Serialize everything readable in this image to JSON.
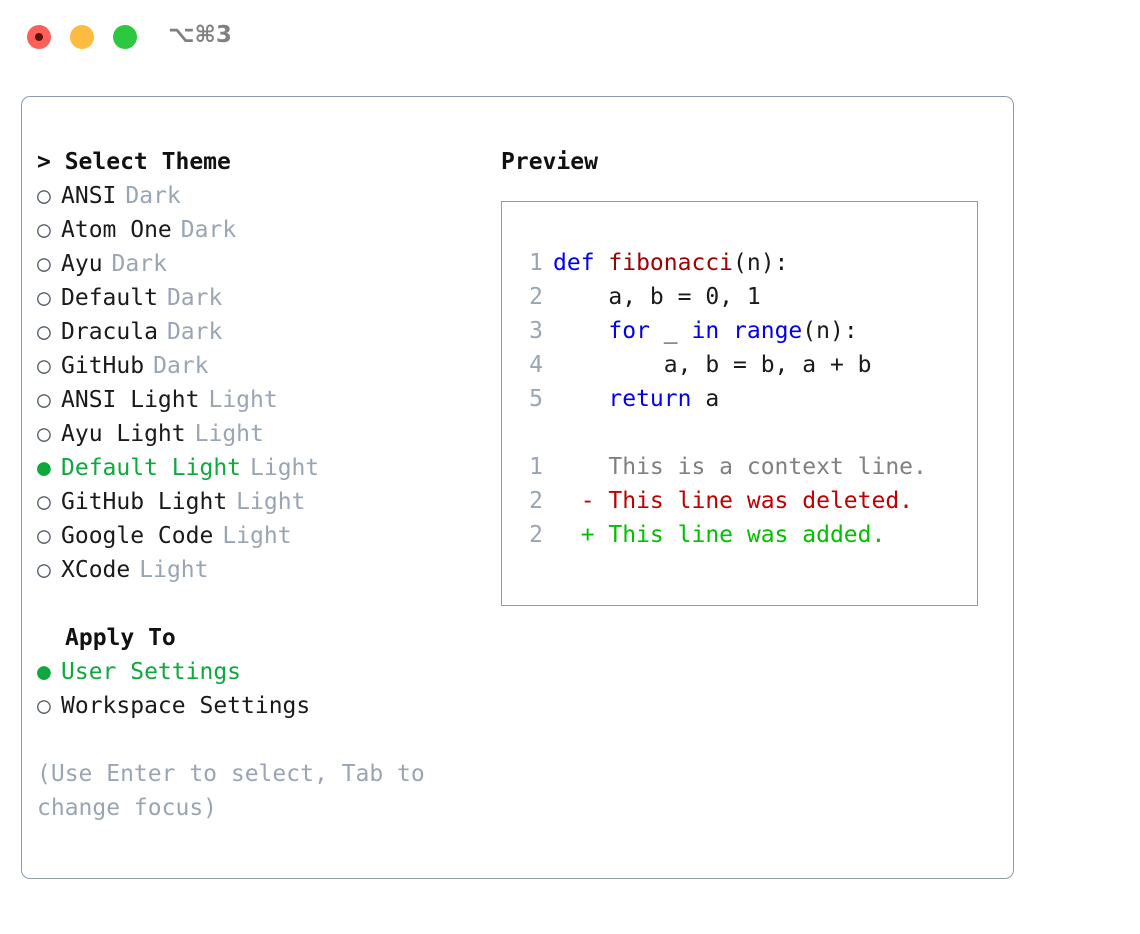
{
  "titlebar": {
    "shortcut": "⌥⌘3",
    "lights": [
      "close-light",
      "minimize-light",
      "maximize-light"
    ]
  },
  "theme_list": {
    "header": "> Select Theme",
    "selected_bullet": "●",
    "unselected_bullet": "○",
    "items": [
      {
        "name": "ANSI",
        "tag": "Dark",
        "selected": false
      },
      {
        "name": "Atom One",
        "tag": "Dark",
        "selected": false
      },
      {
        "name": "Ayu",
        "tag": "Dark",
        "selected": false
      },
      {
        "name": "Default",
        "tag": "Dark",
        "selected": false
      },
      {
        "name": "Dracula",
        "tag": "Dark",
        "selected": false
      },
      {
        "name": "GitHub",
        "tag": "Dark",
        "selected": false
      },
      {
        "name": "ANSI Light",
        "tag": "Light",
        "selected": false
      },
      {
        "name": "Ayu Light",
        "tag": "Light",
        "selected": false
      },
      {
        "name": "Default Light",
        "tag": "Light",
        "selected": true
      },
      {
        "name": "GitHub Light",
        "tag": "Light",
        "selected": false
      },
      {
        "name": "Google Code",
        "tag": "Light",
        "selected": false
      },
      {
        "name": "XCode",
        "tag": "Light",
        "selected": false
      }
    ]
  },
  "apply_to": {
    "header": "Apply To",
    "options": [
      {
        "label": "User Settings",
        "selected": true
      },
      {
        "label": "Workspace Settings",
        "selected": false
      }
    ]
  },
  "hint": "(Use Enter to select, Tab to change focus)",
  "preview": {
    "title": "Preview",
    "code_lines": [
      {
        "number": "1",
        "tokens": [
          {
            "t": "def ",
            "c": "kw"
          },
          {
            "t": "fibonacci",
            "c": "fn"
          },
          {
            "t": "(n):",
            "c": "plain"
          }
        ]
      },
      {
        "number": "2",
        "tokens": [
          {
            "t": "    a, b = 0, 1",
            "c": "plain"
          }
        ]
      },
      {
        "number": "3",
        "tokens": [
          {
            "t": "    ",
            "c": "plain"
          },
          {
            "t": "for",
            "c": "kw"
          },
          {
            "t": " _ ",
            "c": "plain"
          },
          {
            "t": "in",
            "c": "kw"
          },
          {
            "t": " ",
            "c": "plain"
          },
          {
            "t": "range",
            "c": "kw"
          },
          {
            "t": "(n):",
            "c": "plain"
          }
        ]
      },
      {
        "number": "4",
        "tokens": [
          {
            "t": "        a, b = b, a + b",
            "c": "plain"
          }
        ]
      },
      {
        "number": "5",
        "tokens": [
          {
            "t": "    ",
            "c": "plain"
          },
          {
            "t": "return",
            "c": "kw"
          },
          {
            "t": " a",
            "c": "plain"
          }
        ]
      }
    ],
    "diff_lines": [
      {
        "number": "1",
        "marker": "  ",
        "text": "This is a context line.",
        "kind": "ctx"
      },
      {
        "number": "2",
        "marker": "- ",
        "text": "This line was deleted.",
        "kind": "del"
      },
      {
        "number": "2",
        "marker": "+ ",
        "text": "This line was added.",
        "kind": "add"
      }
    ]
  },
  "colors": {
    "accent_green": "#0fa83c",
    "muted_grey": "#9aa5b4",
    "border": "#8e9bad",
    "keyword_blue": "#0000ee",
    "function_red": "#a00000",
    "diff_delete": "#c00000",
    "diff_add": "#00c000",
    "light_close": "#fc6058",
    "light_min": "#fdbc40",
    "light_max": "#2bc840"
  }
}
